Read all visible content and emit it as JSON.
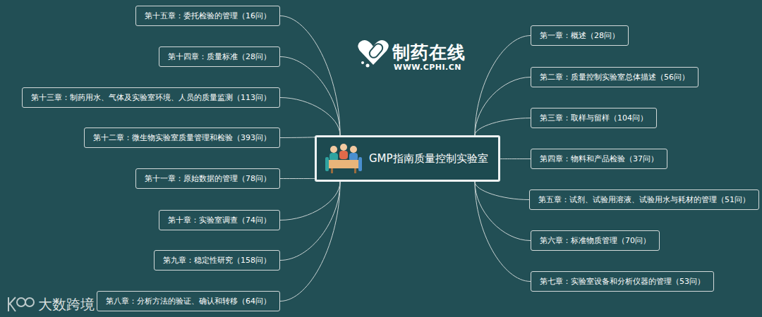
{
  "diagram": {
    "nodes": [
      {
        "text": [
          "GMP指南质量控制实验室"
        ]
      },
      {
        "text": [
          "第一章：概述（28问）"
        ]
      },
      {
        "text": [
          "第二章：质量控制实验室总体描述（56问）"
        ]
      },
      {
        "text": [
          "第三章：取样与留样（104问）"
        ]
      },
      {
        "text": [
          "第四章：物料和产品检验（37问）"
        ]
      },
      {
        "text": [
          "第五章：试剂、试验用溶液、试验用水与耗材的管理（51问）"
        ]
      },
      {
        "text": [
          "第六章：标准物质管理（70问）"
        ]
      },
      {
        "text": [
          "第七章：实验室设备和分析仪器的管理（53问）"
        ]
      },
      {
        "text": [
          "第八章：分析方法的验证、确认和转移（64问）"
        ]
      },
      {
        "text": [
          "第九章：稳定性研究（158问）"
        ]
      },
      {
        "text": [
          "第十章：实验室调查（74问）"
        ]
      },
      {
        "text": [
          "第十一章：原始数据的管理（78问）"
        ]
      },
      {
        "text": [
          "第十二章：微生物实验室质量管理和检验（393问）"
        ]
      },
      {
        "text": [
          "第十三章：制药用水、气体及实验室环境、人员的质量监测（113问）"
        ]
      },
      {
        "text": [
          "第十四章：质量标准（28问）"
        ]
      },
      {
        "text": [
          "第十五章：委托检验的管理（16问）"
        ]
      }
    ],
    "edges": [
      {
        "from": 0,
        "to": 1,
        "arrow": "none"
      },
      {
        "from": 0,
        "to": 2,
        "arrow": "none"
      },
      {
        "from": 0,
        "to": 3,
        "arrow": "none"
      },
      {
        "from": 0,
        "to": 4,
        "arrow": "none"
      },
      {
        "from": 0,
        "to": 5,
        "arrow": "none"
      },
      {
        "from": 0,
        "to": 6,
        "arrow": "none"
      },
      {
        "from": 0,
        "to": 7,
        "arrow": "none"
      },
      {
        "from": 0,
        "to": 8,
        "arrow": "none"
      },
      {
        "from": 0,
        "to": 9,
        "arrow": "none"
      },
      {
        "from": 0,
        "to": 10,
        "arrow": "none"
      },
      {
        "from": 0,
        "to": 11,
        "arrow": "none"
      },
      {
        "from": 0,
        "to": 12,
        "arrow": "none"
      },
      {
        "from": 0,
        "to": 13,
        "arrow": "none"
      },
      {
        "from": 0,
        "to": 14,
        "arrow": "none"
      },
      {
        "from": 0,
        "to": 15,
        "arrow": "none"
      }
    ],
    "labels": [
      "制药在线",
      "WWW.CPHI.CN",
      "大数跨境"
    ]
  }
}
